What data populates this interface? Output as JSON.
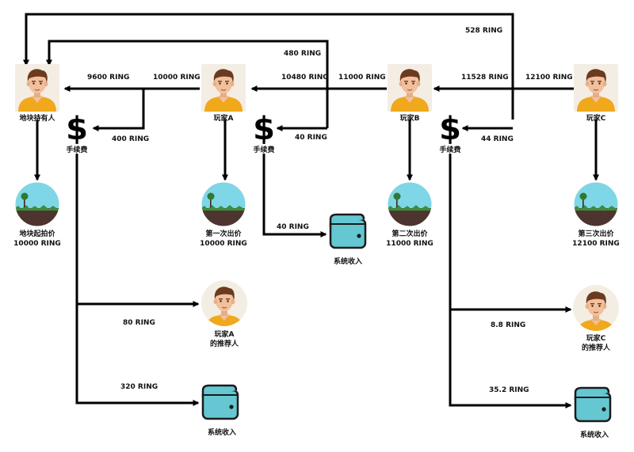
{
  "actors": {
    "landowner": "地块持有人",
    "player_a": "玩家A",
    "player_b": "玩家B",
    "player_c": "玩家C",
    "referrer_a": [
      "玩家A",
      "的推荐人"
    ],
    "referrer_c": [
      "玩家C",
      "的推荐人"
    ]
  },
  "fee_label": "手续费",
  "system_income": "系统收入",
  "land_items": [
    [
      "地块起拍价",
      "10000 RING"
    ],
    [
      "第一次出价",
      "10000 RING"
    ],
    [
      "第二次出价",
      "11000 RING"
    ],
    [
      "第三次出价",
      "12100 RING"
    ]
  ],
  "flows": {
    "top_528": "528 RING",
    "top_480": "480 RING",
    "a_to_owner": "9600 RING",
    "a_out": "10000 RING",
    "b_to_a": "10480 RING",
    "b_out": "11000 RING",
    "c_to_b": "11528 RING",
    "c_out": "12100 RING",
    "fee1": "400 RING",
    "fee2": "40 RING",
    "fee3": "44 RING",
    "fee2_to_system": "40 RING",
    "fee1_to_referrer": "80 RING",
    "fee1_to_system": "320 RING",
    "fee3_to_referrer": "8.8 RING",
    "fee3_to_system": "35.2 RING"
  },
  "colors": {
    "skin": "#f2c09c",
    "hair": "#6b3a1f",
    "shirt": "#f0a81c",
    "avatar_bg": "#f3ede3",
    "sky": "#7fd6e6",
    "ground": "#4e342e",
    "wallet": "#64c7d1"
  }
}
